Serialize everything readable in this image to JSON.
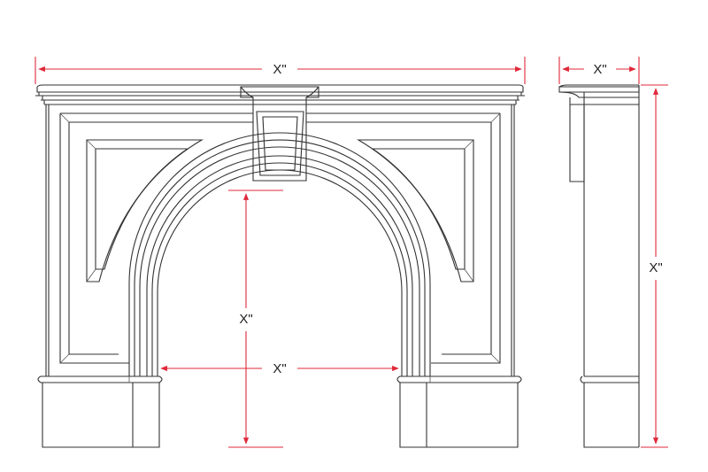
{
  "drawing": {
    "line_color": "#333333",
    "dimension_color": "#e0283a"
  },
  "dimensions": {
    "overall_width": "X\"",
    "side_depth": "X\"",
    "side_height": "X\"",
    "opening_height": "X\"",
    "opening_width": "X\""
  }
}
